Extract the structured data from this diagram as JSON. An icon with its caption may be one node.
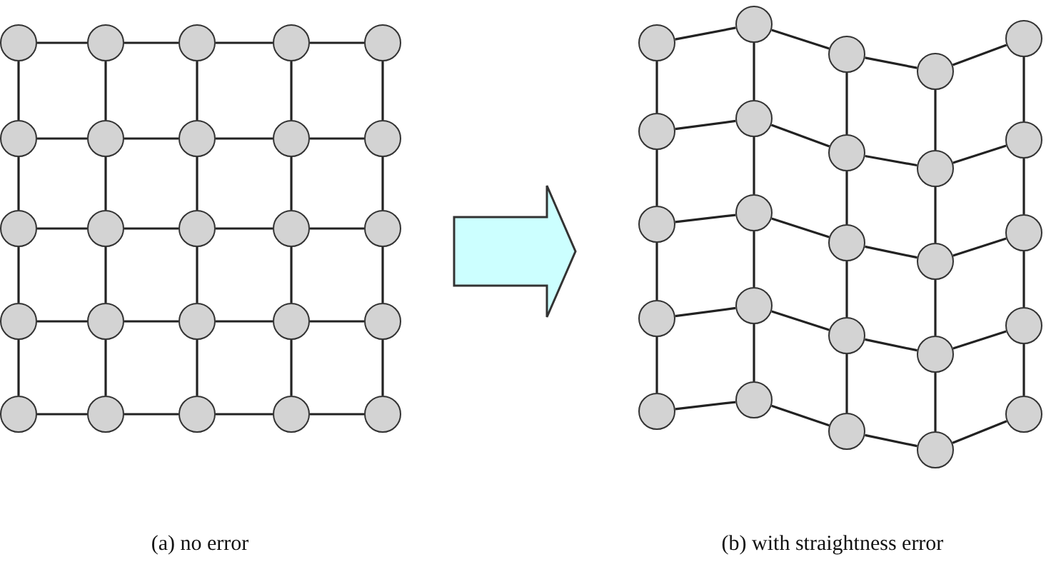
{
  "diagram": {
    "nodes": [
      {
        "text": [],
        "shape": "circle"
      },
      {
        "text": [],
        "shape": "circle"
      },
      {
        "text": [],
        "shape": "circle"
      },
      {
        "text": [],
        "shape": "circle"
      },
      {
        "text": [],
        "shape": "circle"
      },
      {
        "text": [],
        "shape": "circle"
      },
      {
        "text": [],
        "shape": "circle"
      },
      {
        "text": [],
        "shape": "circle"
      },
      {
        "text": [],
        "shape": "circle"
      },
      {
        "text": [],
        "shape": "circle"
      },
      {
        "text": [],
        "shape": "circle"
      },
      {
        "text": [],
        "shape": "circle"
      },
      {
        "text": [],
        "shape": "circle"
      },
      {
        "text": [],
        "shape": "circle"
      },
      {
        "text": [],
        "shape": "circle"
      },
      {
        "text": [],
        "shape": "circle"
      },
      {
        "text": [],
        "shape": "circle"
      },
      {
        "text": [],
        "shape": "circle"
      },
      {
        "text": [],
        "shape": "circle"
      },
      {
        "text": [],
        "shape": "circle"
      },
      {
        "text": [],
        "shape": "circle"
      },
      {
        "text": [],
        "shape": "circle"
      },
      {
        "text": [],
        "shape": "circle"
      },
      {
        "text": [],
        "shape": "circle"
      },
      {
        "text": [],
        "shape": "circle"
      },
      {
        "text": [],
        "shape": "circle"
      },
      {
        "text": [],
        "shape": "circle"
      },
      {
        "text": [],
        "shape": "circle"
      },
      {
        "text": [],
        "shape": "circle"
      },
      {
        "text": [],
        "shape": "circle"
      },
      {
        "text": [],
        "shape": "circle"
      },
      {
        "text": [],
        "shape": "circle"
      },
      {
        "text": [],
        "shape": "circle"
      },
      {
        "text": [],
        "shape": "circle"
      },
      {
        "text": [],
        "shape": "circle"
      },
      {
        "text": [],
        "shape": "circle"
      },
      {
        "text": [],
        "shape": "circle"
      },
      {
        "text": [],
        "shape": "circle"
      },
      {
        "text": [],
        "shape": "circle"
      },
      {
        "text": [],
        "shape": "circle"
      },
      {
        "text": [],
        "shape": "circle"
      },
      {
        "text": [],
        "shape": "circle"
      },
      {
        "text": [],
        "shape": "circle"
      },
      {
        "text": [],
        "shape": "circle"
      },
      {
        "text": [],
        "shape": "circle"
      },
      {
        "text": [],
        "shape": "circle"
      },
      {
        "text": [],
        "shape": "circle"
      },
      {
        "text": [],
        "shape": "circle"
      },
      {
        "text": [],
        "shape": "circle"
      },
      {
        "text": [],
        "shape": "circle"
      }
    ],
    "edges": [
      {
        "from": 0,
        "to": 1,
        "arrow": "none"
      },
      {
        "from": 1,
        "to": 2,
        "arrow": "none"
      },
      {
        "from": 2,
        "to": 3,
        "arrow": "none"
      },
      {
        "from": 3,
        "to": 4,
        "arrow": "none"
      },
      {
        "from": 5,
        "to": 6,
        "arrow": "none"
      },
      {
        "from": 6,
        "to": 7,
        "arrow": "none"
      },
      {
        "from": 7,
        "to": 8,
        "arrow": "none"
      },
      {
        "from": 8,
        "to": 9,
        "arrow": "none"
      },
      {
        "from": 10,
        "to": 11,
        "arrow": "none"
      },
      {
        "from": 11,
        "to": 12,
        "arrow": "none"
      },
      {
        "from": 12,
        "to": 13,
        "arrow": "none"
      },
      {
        "from": 13,
        "to": 14,
        "arrow": "none"
      },
      {
        "from": 15,
        "to": 16,
        "arrow": "none"
      },
      {
        "from": 16,
        "to": 17,
        "arrow": "none"
      },
      {
        "from": 17,
        "to": 18,
        "arrow": "none"
      },
      {
        "from": 18,
        "to": 19,
        "arrow": "none"
      },
      {
        "from": 20,
        "to": 21,
        "arrow": "none"
      },
      {
        "from": 21,
        "to": 22,
        "arrow": "none"
      },
      {
        "from": 22,
        "to": 23,
        "arrow": "none"
      },
      {
        "from": 23,
        "to": 24,
        "arrow": "none"
      },
      {
        "from": 0,
        "to": 5,
        "arrow": "none"
      },
      {
        "from": 1,
        "to": 6,
        "arrow": "none"
      },
      {
        "from": 2,
        "to": 7,
        "arrow": "none"
      },
      {
        "from": 3,
        "to": 8,
        "arrow": "none"
      },
      {
        "from": 4,
        "to": 9,
        "arrow": "none"
      },
      {
        "from": 5,
        "to": 10,
        "arrow": "none"
      },
      {
        "from": 6,
        "to": 11,
        "arrow": "none"
      },
      {
        "from": 7,
        "to": 12,
        "arrow": "none"
      },
      {
        "from": 8,
        "to": 13,
        "arrow": "none"
      },
      {
        "from": 9,
        "to": 14,
        "arrow": "none"
      },
      {
        "from": 10,
        "to": 15,
        "arrow": "none"
      },
      {
        "from": 11,
        "to": 16,
        "arrow": "none"
      },
      {
        "from": 12,
        "to": 17,
        "arrow": "none"
      },
      {
        "from": 13,
        "to": 18,
        "arrow": "none"
      },
      {
        "from": 14,
        "to": 19,
        "arrow": "none"
      },
      {
        "from": 15,
        "to": 20,
        "arrow": "none"
      },
      {
        "from": 16,
        "to": 21,
        "arrow": "none"
      },
      {
        "from": 17,
        "to": 22,
        "arrow": "none"
      },
      {
        "from": 18,
        "to": 23,
        "arrow": "none"
      },
      {
        "from": 19,
        "to": 24,
        "arrow": "none"
      },
      {
        "from": 25,
        "to": 26,
        "arrow": "none"
      },
      {
        "from": 26,
        "to": 27,
        "arrow": "none"
      },
      {
        "from": 27,
        "to": 28,
        "arrow": "none"
      },
      {
        "from": 28,
        "to": 29,
        "arrow": "none"
      },
      {
        "from": 30,
        "to": 31,
        "arrow": "none"
      },
      {
        "from": 31,
        "to": 32,
        "arrow": "none"
      },
      {
        "from": 32,
        "to": 33,
        "arrow": "none"
      },
      {
        "from": 33,
        "to": 34,
        "arrow": "none"
      },
      {
        "from": 35,
        "to": 36,
        "arrow": "none"
      },
      {
        "from": 36,
        "to": 37,
        "arrow": "none"
      },
      {
        "from": 37,
        "to": 38,
        "arrow": "none"
      },
      {
        "from": 38,
        "to": 39,
        "arrow": "none"
      },
      {
        "from": 40,
        "to": 41,
        "arrow": "none"
      },
      {
        "from": 41,
        "to": 42,
        "arrow": "none"
      },
      {
        "from": 42,
        "to": 43,
        "arrow": "none"
      },
      {
        "from": 43,
        "to": 44,
        "arrow": "none"
      },
      {
        "from": 45,
        "to": 46,
        "arrow": "none"
      },
      {
        "from": 46,
        "to": 47,
        "arrow": "none"
      },
      {
        "from": 47,
        "to": 48,
        "arrow": "none"
      },
      {
        "from": 48,
        "to": 49,
        "arrow": "none"
      },
      {
        "from": 25,
        "to": 30,
        "arrow": "none"
      },
      {
        "from": 26,
        "to": 31,
        "arrow": "none"
      },
      {
        "from": 27,
        "to": 32,
        "arrow": "none"
      },
      {
        "from": 28,
        "to": 33,
        "arrow": "none"
      },
      {
        "from": 29,
        "to": 34,
        "arrow": "none"
      },
      {
        "from": 30,
        "to": 35,
        "arrow": "none"
      },
      {
        "from": 31,
        "to": 36,
        "arrow": "none"
      },
      {
        "from": 32,
        "to": 37,
        "arrow": "none"
      },
      {
        "from": 33,
        "to": 38,
        "arrow": "none"
      },
      {
        "from": 34,
        "to": 39,
        "arrow": "none"
      },
      {
        "from": 35,
        "to": 40,
        "arrow": "none"
      },
      {
        "from": 36,
        "to": 41,
        "arrow": "none"
      },
      {
        "from": 37,
        "to": 42,
        "arrow": "none"
      },
      {
        "from": 38,
        "to": 43,
        "arrow": "none"
      },
      {
        "from": 39,
        "to": 44,
        "arrow": "none"
      },
      {
        "from": 40,
        "to": 45,
        "arrow": "none"
      },
      {
        "from": 41,
        "to": 46,
        "arrow": "none"
      },
      {
        "from": 42,
        "to": 47,
        "arrow": "none"
      },
      {
        "from": 43,
        "to": 48,
        "arrow": "none"
      },
      {
        "from": 44,
        "to": 49,
        "arrow": "none"
      }
    ],
    "labels": [
      "(a) no error",
      "(b) with straightness error"
    ]
  }
}
